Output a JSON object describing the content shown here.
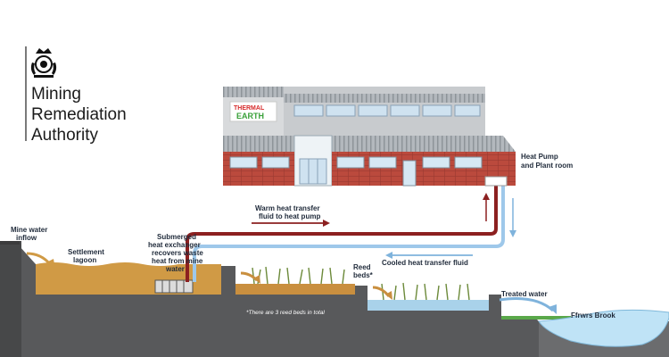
{
  "logo": {
    "line1": "Mining",
    "line2": "Remediation",
    "line3": "Authority",
    "crest_icon": "royal-crest-icon"
  },
  "building": {
    "sign_line1": "THERMAL",
    "sign_line2": "EARTH"
  },
  "labels": {
    "mine_water_inflow_1": "Mine water",
    "mine_water_inflow_2": "inflow",
    "settlement_lagoon_1": "Settlement",
    "settlement_lagoon_2": "lagoon",
    "heat_exchanger_1": "Submerged",
    "heat_exchanger_2": "heat exchanger",
    "heat_exchanger_3": "recovers waste",
    "heat_exchanger_4": "heat from mine",
    "heat_exchanger_5": "water",
    "warm_fluid_1": "Warm heat transfer",
    "warm_fluid_2": "fluid to heat pump",
    "cooled_fluid": "Cooled heat transfer fluid",
    "heat_pump_1": "Heat Pump",
    "heat_pump_2": "and Plant room",
    "reed_beds_1": "Reed",
    "reed_beds_2": "beds*",
    "reed_note": "*There are 3 reed beds in total",
    "treated_water": "Treated water",
    "brook": "Ffrwrs Brook"
  },
  "colors": {
    "warm_pipe": "#8c2020",
    "cool_pipe": "#9ec8ea",
    "mine_water": "#d09a45",
    "treated_water": "#bfe3f6",
    "ground": "#58595b",
    "brick": "#b8453a",
    "roof": "#a9aeb3"
  }
}
